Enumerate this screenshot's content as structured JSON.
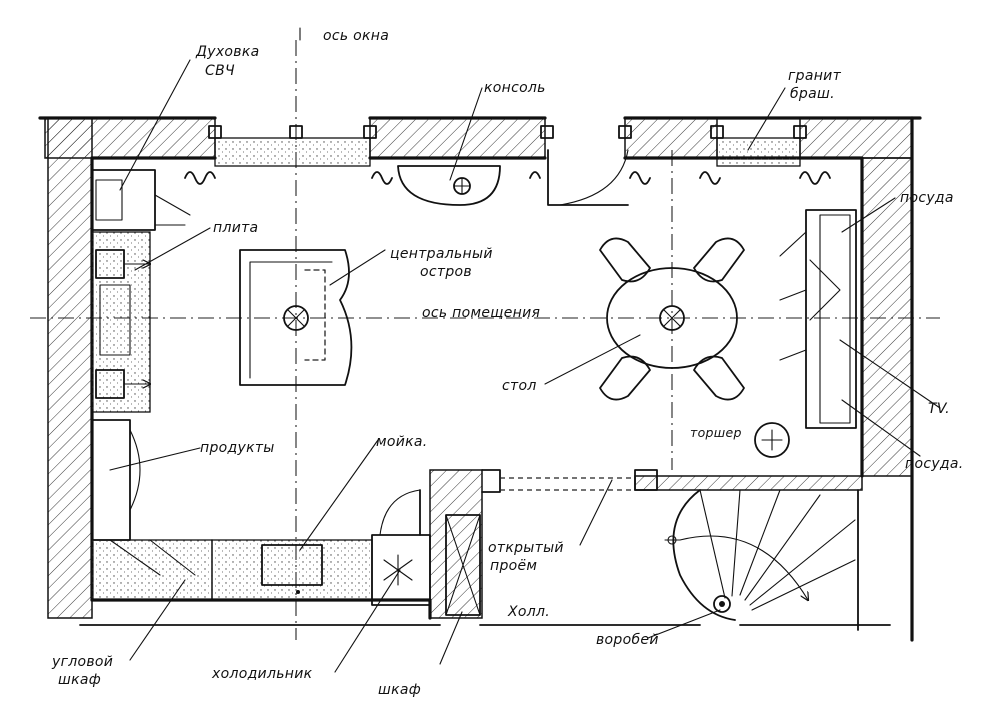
{
  "labels": {
    "window_axis": "ось окна",
    "oven": "Духовка",
    "oven2": "СВЧ",
    "console": "консоль",
    "granite": "гранит",
    "granite2": "браш.",
    "stove": "плита",
    "island": "центральный",
    "island2": "остров",
    "room_axis": "ось помещения",
    "dishes_top": "посуда",
    "table": "стол",
    "tv": "TV.",
    "torcher": "торшер",
    "dishes_bottom": "посуда.",
    "products": "продукты",
    "sink": "мойка.",
    "opening": "открытый",
    "opening2": "проём",
    "hall": "Холл.",
    "stair": "воробей",
    "corner_cab": "угловой",
    "corner_cab2": "шкаф",
    "fridge": "холодильник",
    "wardrobe": "шкаф"
  }
}
